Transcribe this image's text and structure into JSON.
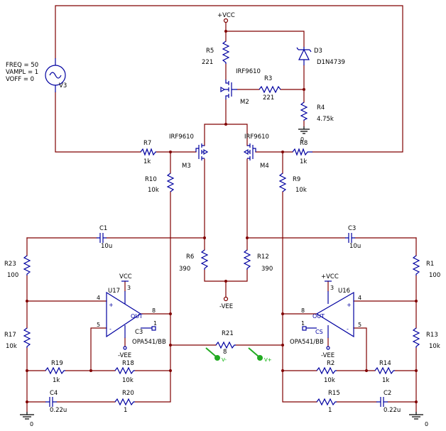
{
  "source": {
    "ref": "V3",
    "params": [
      "FREQ = 50",
      "VAMPL = 1",
      "VOFF = 0"
    ]
  },
  "nets": {
    "vcc": "+VCC",
    "vee": "-VEE",
    "vcc_short": "VCC",
    "ground": "0"
  },
  "parts": {
    "R1": {
      "ref": "R1",
      "value": "100"
    },
    "R2": {
      "ref": "R2",
      "value": "10k"
    },
    "R3": {
      "ref": "R3",
      "value": "221"
    },
    "R4": {
      "ref": "R4",
      "value": "4.75k"
    },
    "R5": {
      "ref": "R5",
      "value": "221"
    },
    "R6": {
      "ref": "R6",
      "value": "390"
    },
    "R7": {
      "ref": "R7",
      "value": "1k"
    },
    "R8": {
      "ref": "R8",
      "value": "1k"
    },
    "R9": {
      "ref": "R9",
      "value": "10k"
    },
    "R10": {
      "ref": "R10",
      "value": "10k"
    },
    "R12": {
      "ref": "R12",
      "value": "390"
    },
    "R13": {
      "ref": "R13",
      "value": "10k"
    },
    "R14": {
      "ref": "R14",
      "value": "1k"
    },
    "R15": {
      "ref": "R15",
      "value": "1"
    },
    "R17": {
      "ref": "R17",
      "value": "10k"
    },
    "R18": {
      "ref": "R18",
      "value": "10k"
    },
    "R19": {
      "ref": "R19",
      "value": "1k"
    },
    "R20": {
      "ref": "R20",
      "value": "1"
    },
    "R21": {
      "ref": "R21",
      "value": "8"
    },
    "R23": {
      "ref": "R23",
      "value": "100"
    },
    "C1": {
      "ref": "C1",
      "value": "10u"
    },
    "C2": {
      "ref": "C2",
      "value": "0.22u"
    },
    "C3": {
      "ref": "C3",
      "value": "10u"
    },
    "C4": {
      "ref": "C4",
      "value": "0.22u"
    },
    "D3": {
      "ref": "D3",
      "value": "D1N4739"
    },
    "M2": {
      "ref": "M2",
      "value": "IRF9610"
    },
    "M3": {
      "ref": "M3",
      "value": "IRF9610"
    },
    "M4": {
      "ref": "M4",
      "value": "IRF9610"
    },
    "U17": {
      "ref": "U17",
      "value": "OPA541/BB"
    },
    "U16": {
      "ref": "U16",
      "value": "OPA541/BB"
    }
  },
  "opamp_pins": {
    "plus": "+",
    "minus": "-",
    "out": "OUT",
    "cs": "CS",
    "p1": "1",
    "p3": "3",
    "p4": "4",
    "p5": "5",
    "p8": "8"
  },
  "probes": {
    "left": "V-",
    "right": "V+"
  }
}
